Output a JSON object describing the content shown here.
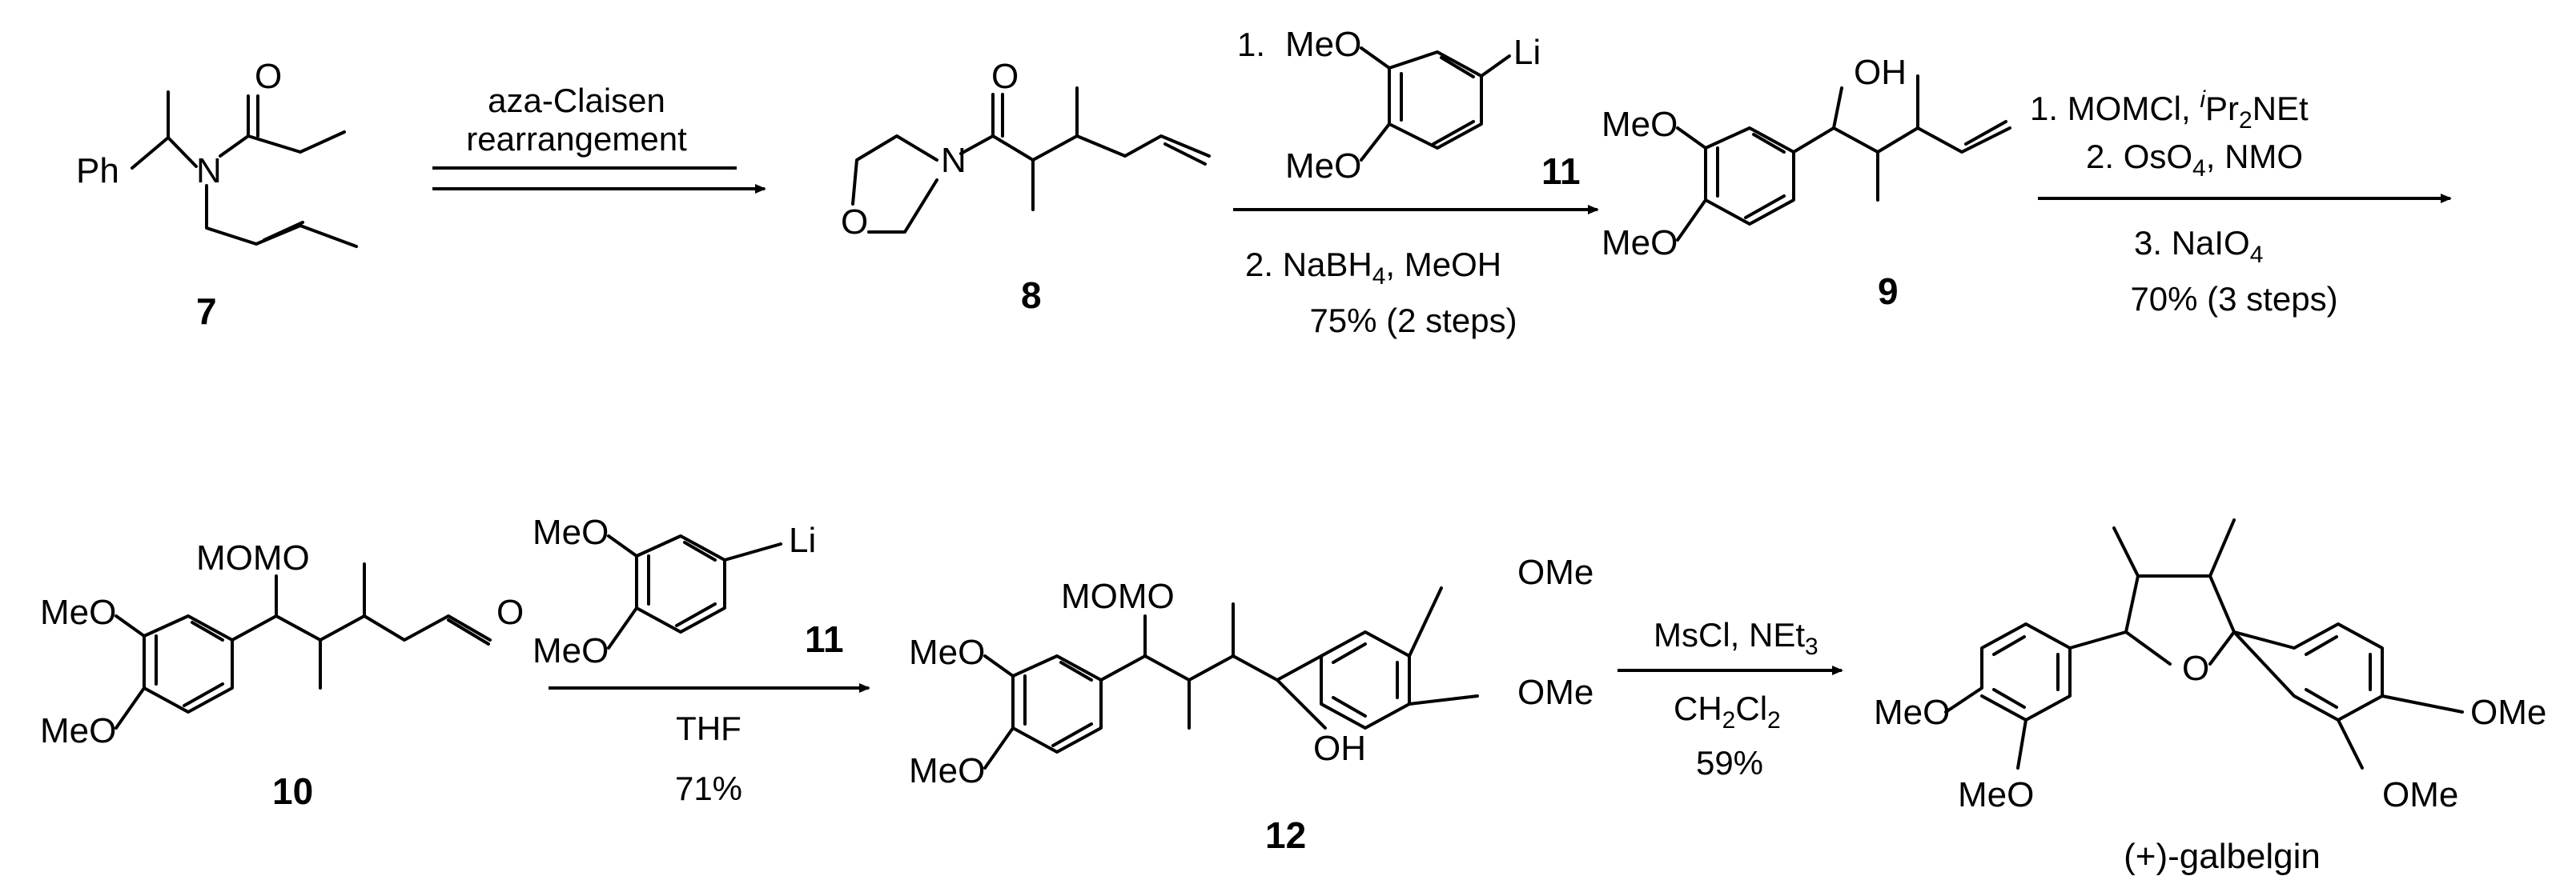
{
  "compounds": {
    "c7": "7",
    "c8": "8",
    "c9": "9",
    "c10": "10",
    "c11": "11",
    "c12": "12",
    "galbelgin": "(+)-galbelgin"
  },
  "atoms": {
    "Ph": "Ph",
    "N": "N",
    "O": "O",
    "OH": "OH",
    "MeO": "MeO",
    "OMe": "OMe",
    "MOMO": "MOMO",
    "Li": "Li"
  },
  "steps": {
    "s1": {
      "line1": "aza-Claisen",
      "line2": "rearrangement"
    },
    "s2": {
      "step1": "1.",
      "step2": "2. NaBH",
      "step2_sub": "4",
      "step2_tail": ", MeOH",
      "yield": "75% (2 steps)"
    },
    "s3": {
      "l1": "1. MOMCl, ",
      "l1_sup": "i",
      "l1_b": "Pr",
      "l1_sub": "2",
      "l1_c": "NEt",
      "l2": "2. OsO",
      "l2_sub": "4",
      "l2_c": ", NMO",
      "l3": "3. NaIO",
      "l3_sub": "4",
      "yield": "70% (3 steps)"
    },
    "s4": {
      "solvent": "THF",
      "yield": "71%"
    },
    "s5": {
      "l1": "MsCl, NEt",
      "l1_sub": "3",
      "l2": "CH",
      "l2_sub": "2",
      "l2_b": "Cl",
      "l2_sub2": "2",
      "yield": "59%"
    }
  }
}
